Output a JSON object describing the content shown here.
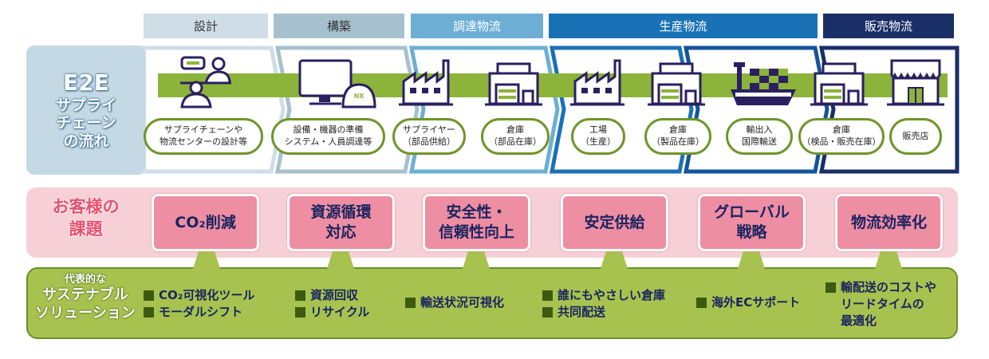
{
  "phases": [
    {
      "label": "設計",
      "color": "#cfdde6"
    },
    {
      "label": "構築",
      "color": "#a6c1cd"
    },
    {
      "label": "調達物流",
      "color": "#6caed4"
    },
    {
      "label": "生産物流",
      "color": "#1a72b6"
    },
    {
      "label": "販売物流",
      "color": "#1a2e68"
    }
  ],
  "e2e": {
    "line1": "E2E",
    "line2": "サプライ",
    "line3": "チェーン",
    "line4": "の流れ"
  },
  "flow": [
    {
      "icon": "consultation-icon",
      "line1": "サプライチェーンや",
      "line2": "物流センターの設計等"
    },
    {
      "icon": "monitor-helmet-icon",
      "line1": "設備・機器の準備",
      "line2": "システム・人員調達等"
    },
    {
      "icon": "factory-icon",
      "line1": "サプライヤー",
      "line2": "（部品供給）"
    },
    {
      "icon": "warehouse-icon",
      "line1": "倉庫",
      "line2": "（部品在庫）"
    },
    {
      "icon": "factory-icon",
      "line1": "工場",
      "line2": "（生産）"
    },
    {
      "icon": "warehouse-icon",
      "line1": "倉庫",
      "line2": "（製品在庫）"
    },
    {
      "icon": "cargo-ship-icon",
      "line1": "輸出入",
      "line2": "国際輸送"
    },
    {
      "icon": "warehouse-icon",
      "line1": "倉庫",
      "line2": "（検品・販売在庫）"
    },
    {
      "icon": "store-icon",
      "line1": "販売店",
      "line2": ""
    }
  ],
  "challenges": {
    "title1": "お客様の",
    "title2": "課題",
    "items": [
      {
        "line1": "CO₂削減",
        "line2": ""
      },
      {
        "line1": "資源循環",
        "line2": "対応"
      },
      {
        "line1": "安全性・",
        "line2": "信頼性向上"
      },
      {
        "line1": "安定供給",
        "line2": ""
      },
      {
        "line1": "グローバル",
        "line2": "戦略"
      },
      {
        "line1": "物流効率化",
        "line2": ""
      }
    ]
  },
  "solutions": {
    "title1": "代表的な",
    "title2": "サステナブル",
    "title3": "ソリューション",
    "groups": [
      [
        "CO₂可視化ツール",
        "モーダルシフト"
      ],
      [
        "資源回収",
        "リサイクル"
      ],
      [
        "輸送状況可視化"
      ],
      [
        "誰にもやさしい倉庫",
        "共同配送"
      ],
      [
        "海外ECサポート"
      ],
      [
        "輸配送のコストや\nリードタイムの\n最適化"
      ]
    ]
  }
}
